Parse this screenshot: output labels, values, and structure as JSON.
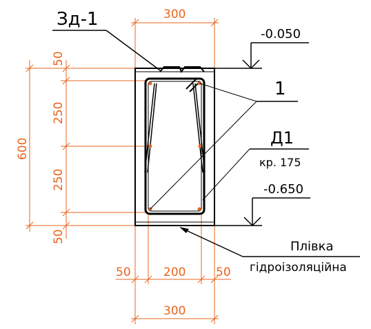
{
  "colors": {
    "dimension": "#e8641c",
    "line": "#000000",
    "background": "#ffffff"
  },
  "labels": {
    "section_mark": "Зд-1",
    "level_top": "-0.050",
    "level_bottom": "-0.650",
    "rebar_mark": "1",
    "stirrup_mark": "Д1",
    "stirrup_spacing": "кр. 175",
    "membrane_line1": "Плівка",
    "membrane_line2": "гідроізоляційна"
  },
  "dimensions": {
    "top_width": "300",
    "bottom_width": "300",
    "bottom_left_cover": "50",
    "bottom_middle": "200",
    "bottom_right_cover": "50",
    "total_height": "600",
    "left_top_cover": "50",
    "left_upper_span": "250",
    "left_lower_span": "250",
    "left_bottom_cover": "50"
  }
}
